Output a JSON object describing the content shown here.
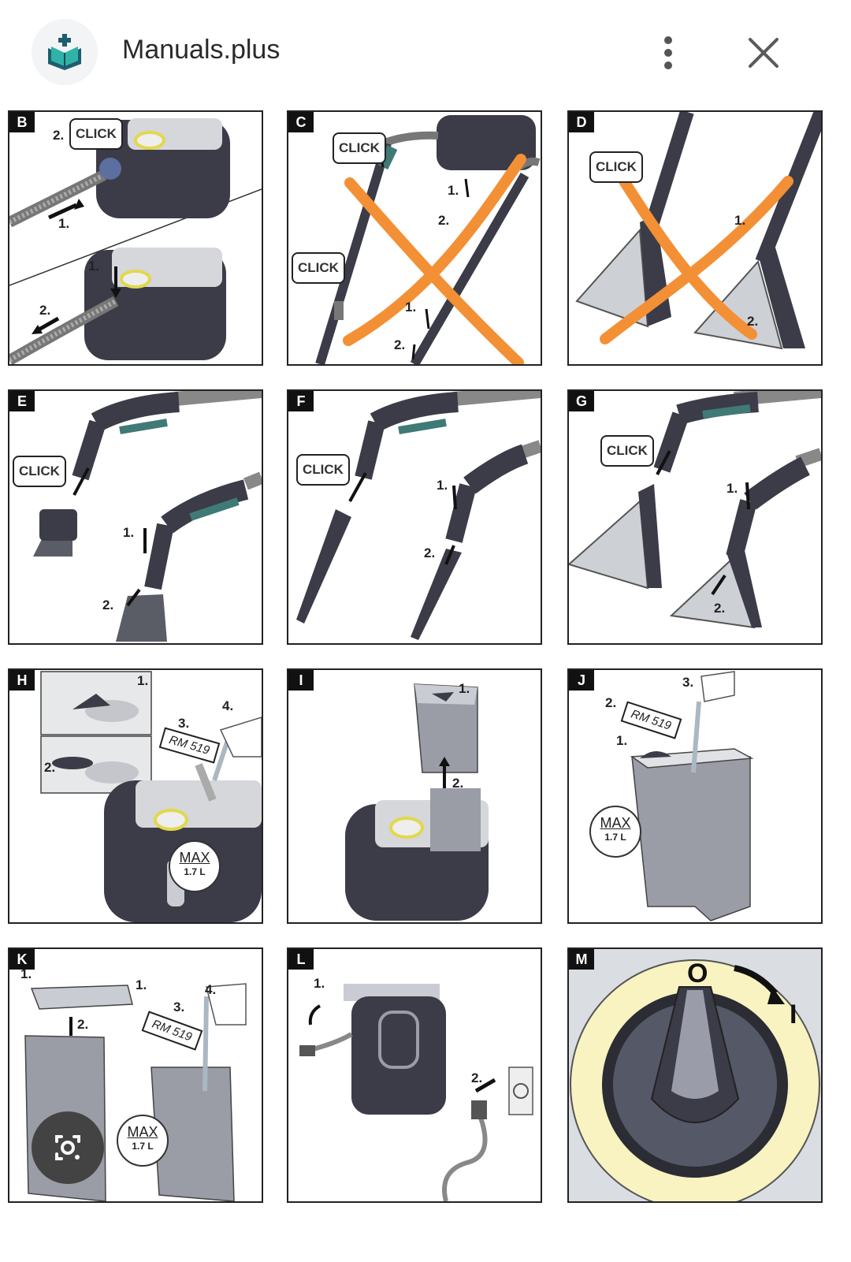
{
  "header": {
    "site_name": "Manuals.plus",
    "logo_icon": "book-plus-icon",
    "more_icon": "more-vertical-icon",
    "close_icon": "close-icon"
  },
  "panels": [
    {
      "id": "B",
      "click": [
        "CLICK"
      ],
      "steps": [
        "2.",
        "1.",
        "1.",
        "2."
      ]
    },
    {
      "id": "C",
      "click": [
        "CLICK",
        "CLICK"
      ],
      "steps": [
        "1.",
        "2.",
        "1.",
        "2."
      ]
    },
    {
      "id": "D",
      "click": [
        "CLICK"
      ],
      "steps": [
        "1.",
        "2."
      ]
    },
    {
      "id": "E",
      "click": [
        "CLICK"
      ],
      "steps": [
        "1.",
        "2."
      ]
    },
    {
      "id": "F",
      "click": [
        "CLICK"
      ],
      "steps": [
        "1.",
        "2."
      ]
    },
    {
      "id": "G",
      "click": [
        "CLICK"
      ],
      "steps": [
        "1.",
        "2."
      ]
    },
    {
      "id": "H",
      "steps": [
        "1.",
        "2.",
        "3.",
        "4."
      ],
      "tag": "RM 519",
      "max": "MAX",
      "volume": "1.7 L"
    },
    {
      "id": "I",
      "steps": [
        "1.",
        "2."
      ]
    },
    {
      "id": "J",
      "steps": [
        "1.",
        "2.",
        "3."
      ],
      "tag": "RM 519",
      "max": "MAX",
      "volume": "1.7 L"
    },
    {
      "id": "K",
      "steps": [
        "1.",
        "1.",
        "2.",
        "3.",
        "4."
      ],
      "tag": "RM 519",
      "max": "MAX",
      "volume": "1.7 L"
    },
    {
      "id": "L",
      "steps": [
        "1.",
        "2."
      ]
    },
    {
      "id": "M",
      "off": "O",
      "on": "I"
    }
  ],
  "overlay": {
    "camera_icon": "lens-search-icon"
  },
  "colors": {
    "cross_out": "#f39035",
    "device_dark": "#3b3c48",
    "device_light": "#c9ccd2",
    "teal": "#3f7a77",
    "knob_ring": "#f8f3c0"
  }
}
